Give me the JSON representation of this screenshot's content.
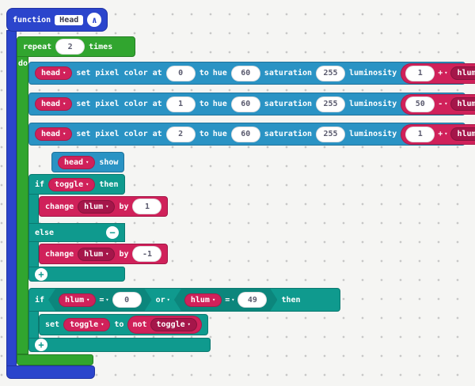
{
  "icons": {
    "chevron_up": "∧",
    "chevron_down": "▾",
    "plus": "+",
    "minus": "−"
  },
  "colors": {
    "function_blue": "#2b45cc",
    "loop_green": "#31a52f",
    "neopixel_blue": "#2a93c4",
    "logic_teal": "#0f9a8e",
    "variable_crimson": "#d0215a",
    "variable_dark_crimson": "#a5164a",
    "workspace_background": "#f5f5f3",
    "grid_dot": "#c7c7c7"
  },
  "function_block": {
    "keyword": "function",
    "name": "Head"
  },
  "repeat_block": {
    "repeat": "repeat",
    "count": "2",
    "times": "times",
    "do": "do"
  },
  "labels": {
    "set_pixel_color_at": "set pixel color at",
    "to": "to",
    "hue": "hue",
    "saturation": "saturation",
    "luminosity": "luminosity",
    "show": "show",
    "if": "if",
    "then": "then",
    "else": "else",
    "change": "change",
    "by": "by",
    "set": "set",
    "not": "not"
  },
  "pixel_rows": [
    {
      "device": "head",
      "index": "0",
      "hue": "60",
      "saturation": "255",
      "expr": {
        "left": "1",
        "op": "+",
        "right": "hlum"
      }
    },
    {
      "device": "head",
      "index": "1",
      "hue": "60",
      "saturation": "255",
      "expr": {
        "left": "50",
        "op": "-",
        "right": "hlum"
      }
    },
    {
      "device": "head",
      "index": "2",
      "hue": "60",
      "saturation": "255",
      "expr": {
        "left": "1",
        "op": "+",
        "right": "hlum"
      }
    }
  ],
  "show_block": {
    "device": "head"
  },
  "if_toggle_block": {
    "condition_var": "toggle",
    "then_change": {
      "var": "hlum",
      "value": "1"
    },
    "else_change": {
      "var": "hlum",
      "value": "-1"
    }
  },
  "if_compare_block": {
    "left": {
      "var": "hlum",
      "op": "=",
      "value": "0"
    },
    "join_op": "or",
    "right": {
      "var": "hlum",
      "op": "=",
      "value": "49"
    }
  },
  "set_toggle_block": {
    "var": "toggle",
    "not_var": "toggle"
  }
}
